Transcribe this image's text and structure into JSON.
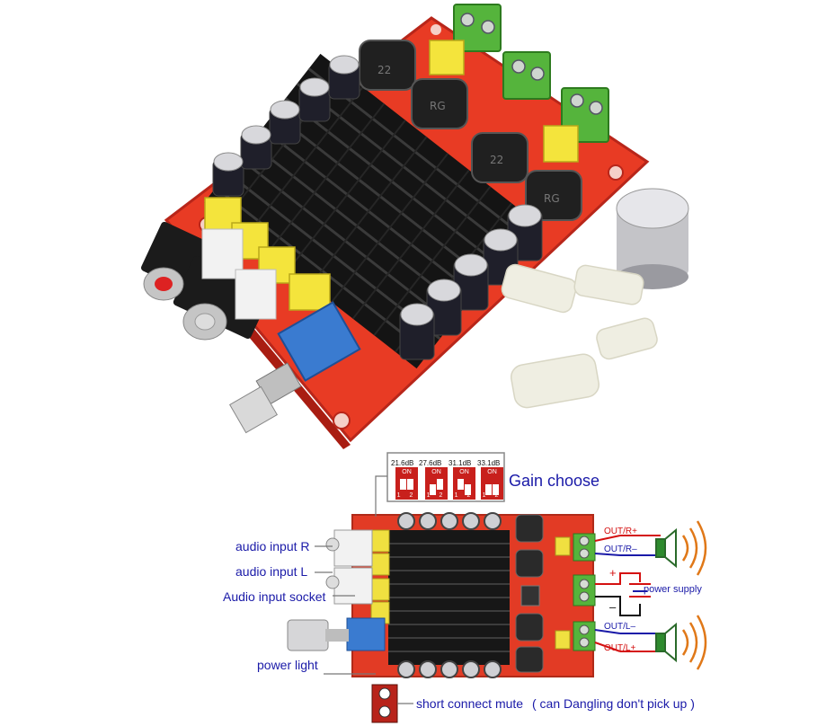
{
  "photo": {
    "heatsink_chip_text": [
      "RG",
      "22"
    ],
    "colors": {
      "board": "#e83b24",
      "heatsink": "#141414",
      "terminal": "#55b43c",
      "capacitor": "#f0e040",
      "pot": "#3a7bd0"
    }
  },
  "diagram": {
    "gain": {
      "title": "Gain choose",
      "options": [
        {
          "db": "21.6dB",
          "on": "ON",
          "switch_numbers": "1 2"
        },
        {
          "db": "27.6dB",
          "on": "ON",
          "switch_numbers": "1 2"
        },
        {
          "db": "31.1dB",
          "on": "ON",
          "switch_numbers": "1 2"
        },
        {
          "db": "33.1dB",
          "on": "ON",
          "switch_numbers": "1 2"
        }
      ]
    },
    "labels": {
      "audio_input_r": "audio input R",
      "audio_input_l": "audio input L",
      "audio_input_socket": "Audio input socket",
      "power_light": "power light",
      "short_connect_mute": "short connect mute",
      "mute_note": "( can Dangling don't pick up )",
      "out_r_plus": "OUT/R+",
      "out_r_minus": "OUT/R–",
      "out_l_minus": "OUT/L–",
      "out_l_plus": "OUT/L+",
      "power_supply": "power supply",
      "plus": "+",
      "minus": "–"
    },
    "colors": {
      "label": "#1a1aa8",
      "gain_title": "#1a1aa8",
      "positive_wire": "#d41010",
      "negative_wire": "#111111",
      "out_wire_red": "#d41010",
      "out_wire_blue": "#1a1aa8",
      "speaker_waves": "#e07818"
    }
  }
}
